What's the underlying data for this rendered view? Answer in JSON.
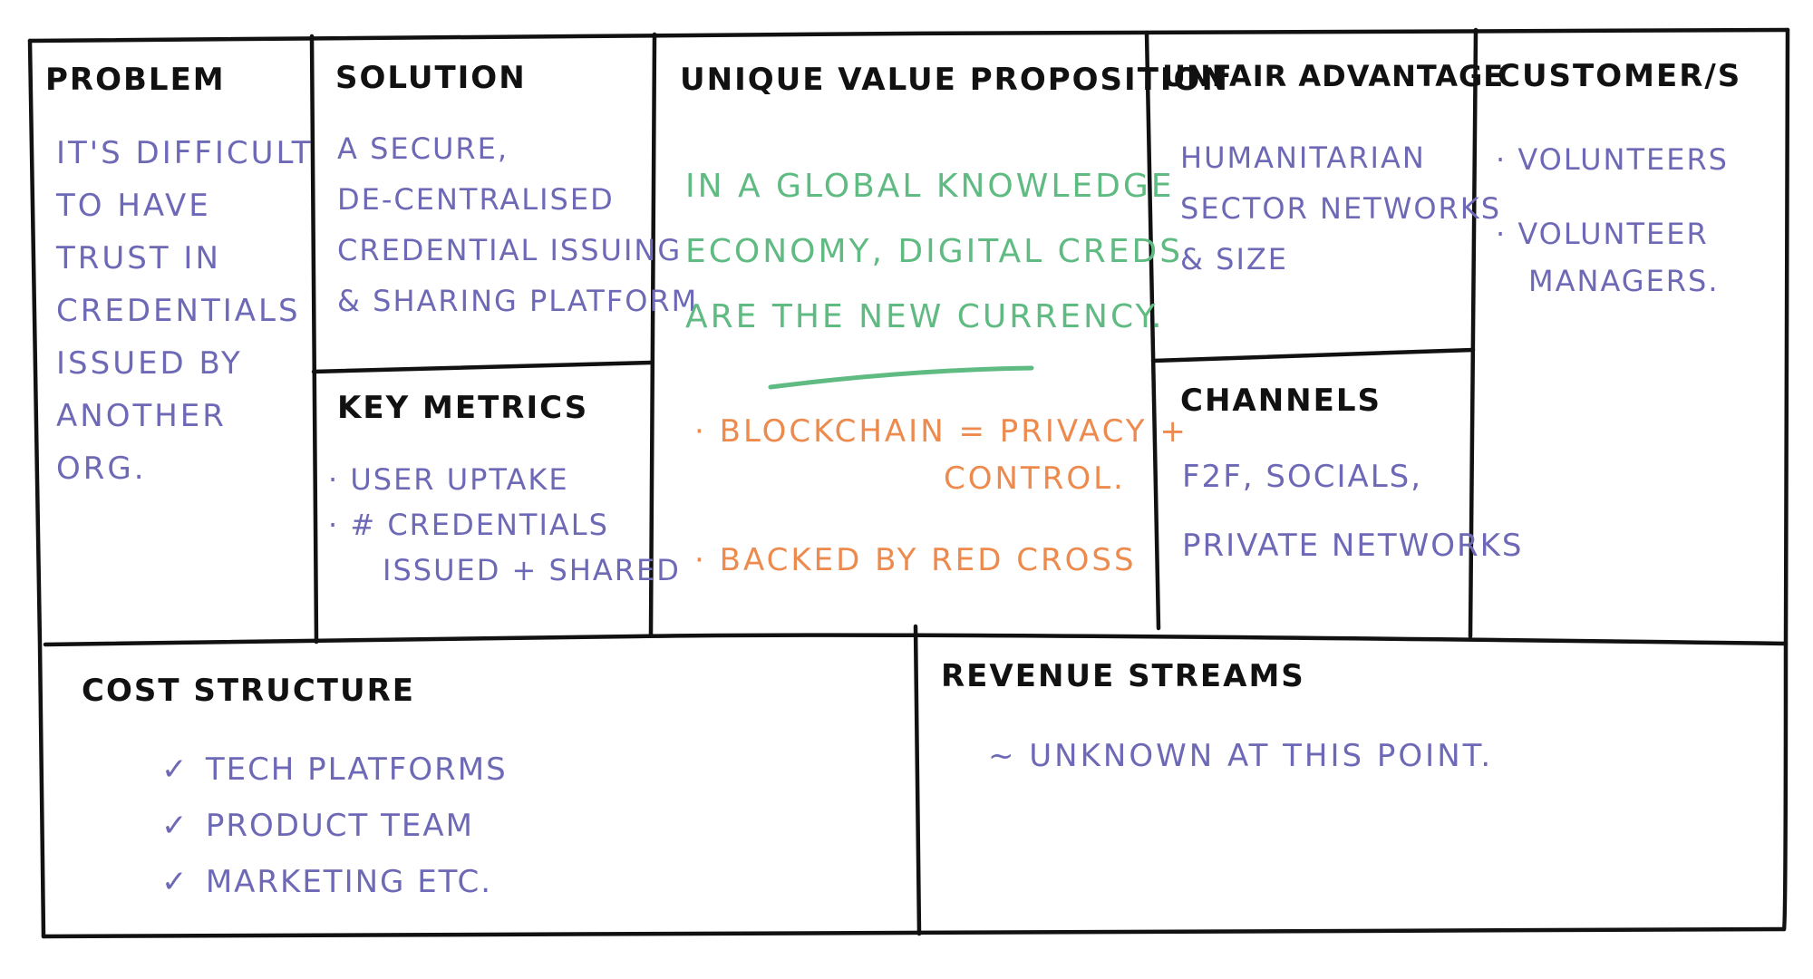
{
  "colors": {
    "outline": "#111111",
    "highlight": "#fbe96b",
    "body_text": "#6e69b6",
    "value_text": "#5fbb82",
    "accent_text": "#ed8a4e"
  },
  "problem": {
    "title": "Problem",
    "lines": [
      "It's difficult",
      "to have",
      "trust in",
      "credentials",
      "issued by",
      "another",
      "org."
    ]
  },
  "solution": {
    "title": "Solution",
    "lines": [
      "A secure,",
      "de-centralised",
      "credential issuing",
      "& sharing platform"
    ]
  },
  "key_metrics": {
    "title": "Key metrics",
    "items": [
      {
        "lines": [
          "· User uptake"
        ]
      },
      {
        "lines": [
          "· # credentials",
          "issued + shared"
        ]
      }
    ]
  },
  "uvp": {
    "title": "Unique value proposition",
    "lines": [
      "In a global knowledge",
      "economy, digital creds",
      "are the new currency."
    ],
    "bullets": [
      {
        "lines": [
          "· Blockchain = privacy +",
          "control."
        ]
      },
      {
        "lines": [
          "· Backed by Red Cross"
        ]
      }
    ]
  },
  "unfair_advantage": {
    "title": "Unfair advantage",
    "lines": [
      "Humanitarian",
      "sector networks",
      "& size"
    ]
  },
  "channels": {
    "title": "Channels",
    "lines": [
      "F2F, socials,",
      "private networks"
    ]
  },
  "customers": {
    "title": "Customer/s",
    "items": [
      {
        "lines": [
          "· Volunteers"
        ]
      },
      {
        "lines": [
          "· Volunteer",
          "managers."
        ]
      }
    ]
  },
  "cost_structure": {
    "title": "Cost structure",
    "check_mark": "✓",
    "items": [
      "Tech platforms",
      "Product team",
      "Marketing etc."
    ]
  },
  "revenue_streams": {
    "title": "Revenue streams",
    "lines": [
      "~ Unknown at this point."
    ]
  }
}
